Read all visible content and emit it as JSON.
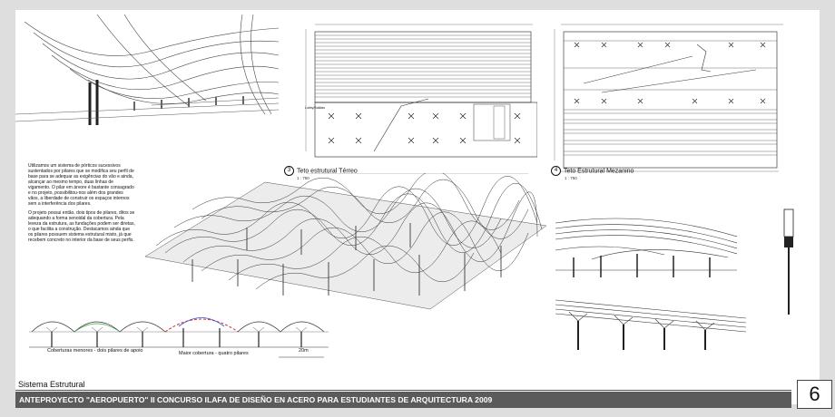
{
  "description_text": {
    "para1": "Utilizamos um sistema de pórticos sucessivos sustentados por pilares que se modifica seu perfil de base para se adequar as exigências do vão e ainda, alcançar ao mesmo tempo, duas linhas de vigamento. O pilar em árvore é bastante consagrado e no projeto, possibilitou-nos além dos grandes vãos, a liberdade de construir os espaços internos sem a interferência dos pilares.",
    "para2": "O projeto possui então, dois tipos de pilares, ditos se adequando a forma senoidal da cobertura. Pela leveza da estrutura, as fundações podem ser diretas, o que facilita a construção. Destacamos ainda que os pilares possuem sistema estrutural misto, já que recebem concreto no interior da base de seus perfis."
  },
  "plans": {
    "plan3": {
      "number": "3",
      "title": "Teto estrutural Térreo",
      "scale": "1 : 750"
    },
    "plan4": {
      "number": "4",
      "title": "Teto Estrutural Mezanino",
      "scale": "1 : 750"
    },
    "inner_label": "Lobby/Salidas"
  },
  "elevation": {
    "label_smaller": "Coberturas menores - dois pilares de apoio",
    "label_larger": "Maior cobertura - quatro pilares",
    "dimension": "20m"
  },
  "footer": {
    "section": "Sistema Estrutural",
    "title": "ANTEPROYECTO \"AEROPUERTO\" II CONCURSO ILAFA DE DISEÑO EN ACERO PARA ESTUDIANTES DE ARQUITECTURA 2009",
    "page": "6"
  },
  "colors": {
    "background": "#dedede",
    "sheet": "#ffffff",
    "footer_bar": "#5b5b5b",
    "arc_red": "#d62a2a",
    "arc_blue": "#2a4fd6",
    "arc_green": "#3aa64a"
  }
}
